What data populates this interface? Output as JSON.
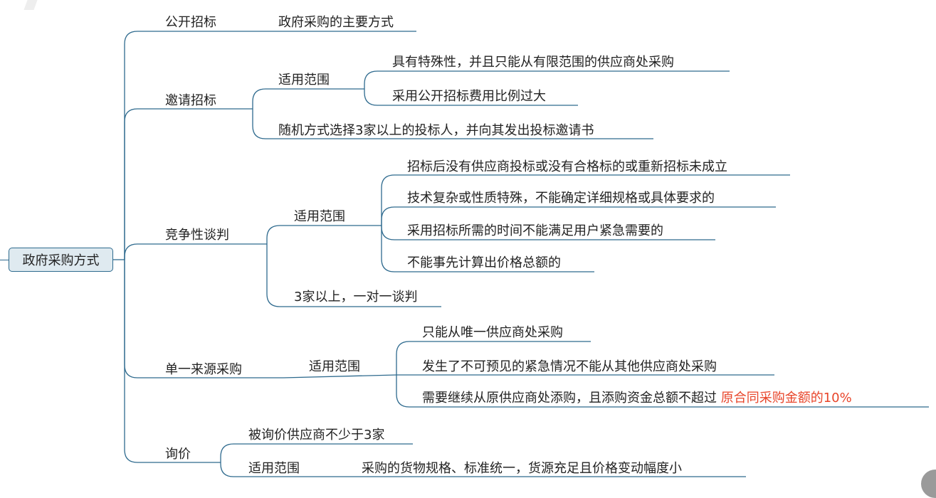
{
  "root": "政府采购方式",
  "branches": {
    "open": {
      "label": "公开招标",
      "note": "政府采购的主要方式"
    },
    "invite": {
      "label": "邀请招标",
      "scope_label": "适用范围",
      "scope": [
        "具有特殊性，并且只能从有限范围的供应商处采购",
        "采用公开招标费用比例过大"
      ],
      "method": "随机方式选择3家以上的投标人，并向其发出投标邀请书"
    },
    "negotiation": {
      "label": "竞争性谈判",
      "scope_label": "适用范围",
      "scope": [
        "招标后没有供应商投标或没有合格标的或重新招标未成立",
        "技术复杂或性质特殊，不能确定详细规格或具体要求的",
        "采用招标所需的时间不能满足用户紧急需要的",
        "不能事先计算出价格总额的"
      ],
      "method": "3家以上，一对一谈判"
    },
    "single": {
      "label": "单一来源采购",
      "scope_label": "适用范围",
      "scope": [
        "只能从唯一供应商处采购",
        "发生了不可预见的紧急情况不能从其他供应商处采购"
      ],
      "scope3": "需要继续从原供应商处添购，且添购资金总额不超过",
      "scope3_highlight": "原合同采购金额的10%"
    },
    "inquiry": {
      "label": "询价",
      "suppliers": "被询价供应商不少于3家",
      "scope_label": "适用范围",
      "scope": "采购的货物规格、标准统一，货源充足且价格变动幅度小"
    }
  },
  "colors": {
    "line": "#2e6a8e",
    "root_bg": "#dfeaf0",
    "highlight": "#e8452a"
  }
}
